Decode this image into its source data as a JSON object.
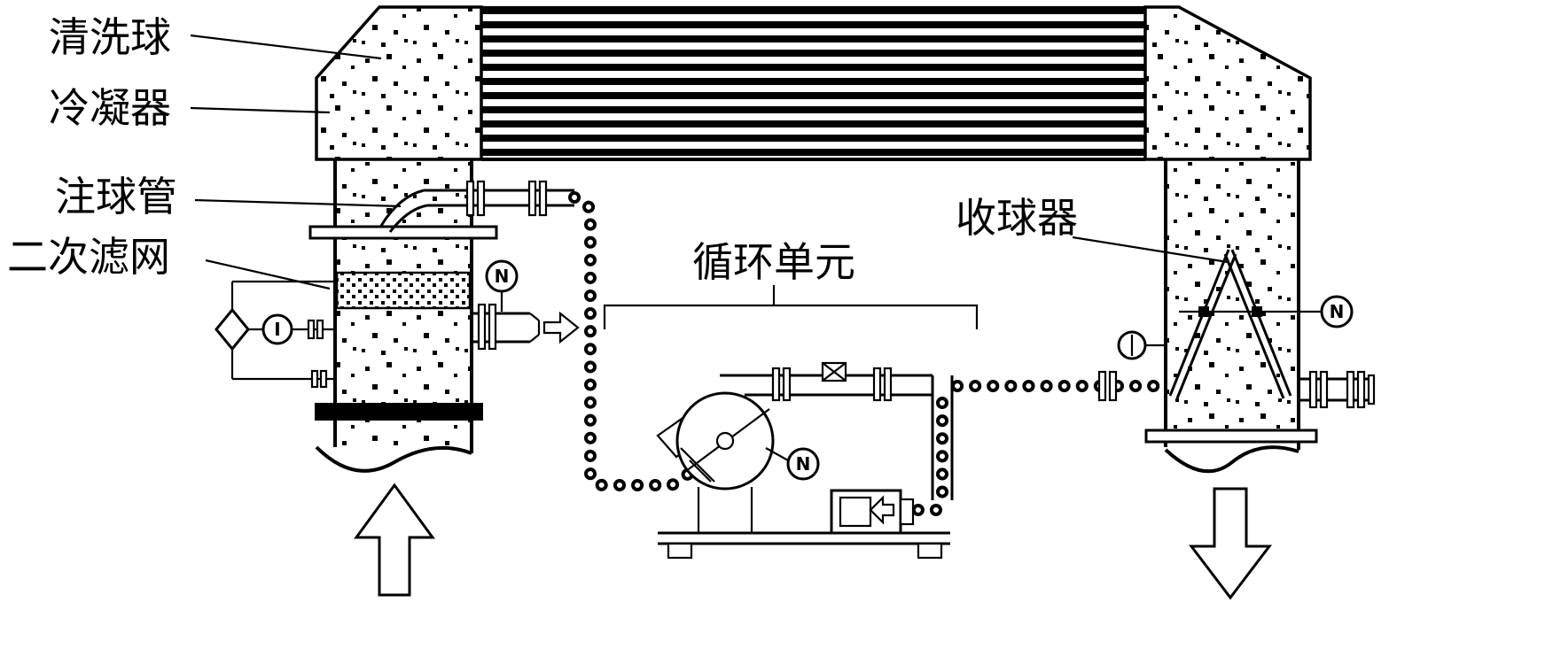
{
  "diagram": {
    "labels": {
      "cleaning_ball": "清洗球",
      "condenser": "冷凝器",
      "injection_pipe": "注球管",
      "secondary_filter": "二次滤网",
      "circulation_unit": "循环单元",
      "ball_collector": "收球器"
    },
    "gauges": {
      "filter_outlet": "N",
      "pump": "N",
      "collector": "N",
      "filter_dp": "I"
    },
    "colors": {
      "line": "#000000",
      "background": "#ffffff"
    }
  }
}
